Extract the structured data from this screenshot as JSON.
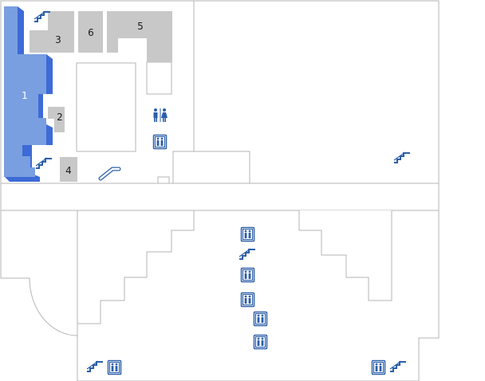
{
  "floor_plan": {
    "highlighted_room": {
      "label": "1",
      "color": "#7a9fe0",
      "shadow_color": "#3d6ad6"
    },
    "rooms": [
      {
        "id": "room-2",
        "label": "2"
      },
      {
        "id": "room-3",
        "label": "3"
      },
      {
        "id": "room-4",
        "label": "4"
      },
      {
        "id": "room-5",
        "label": "5"
      },
      {
        "id": "room-6",
        "label": "6"
      }
    ],
    "room_color": "#c8c8c8",
    "outline_color": "#b4b4b4",
    "icon_color": "#2c5fa8",
    "icons": [
      {
        "type": "stairs-icon"
      },
      {
        "type": "stairs-icon"
      },
      {
        "type": "escalator-icon"
      },
      {
        "type": "restroom-icon"
      },
      {
        "type": "elevator-icon"
      },
      {
        "type": "stairs-icon"
      },
      {
        "type": "elevator-icon"
      },
      {
        "type": "stairs-icon"
      },
      {
        "type": "elevator-icon"
      },
      {
        "type": "elevator-icon"
      },
      {
        "type": "elevator-icon"
      },
      {
        "type": "elevator-icon"
      },
      {
        "type": "stairs-icon"
      },
      {
        "type": "elevator-icon"
      },
      {
        "type": "elevator-icon"
      },
      {
        "type": "stairs-icon"
      }
    ]
  }
}
